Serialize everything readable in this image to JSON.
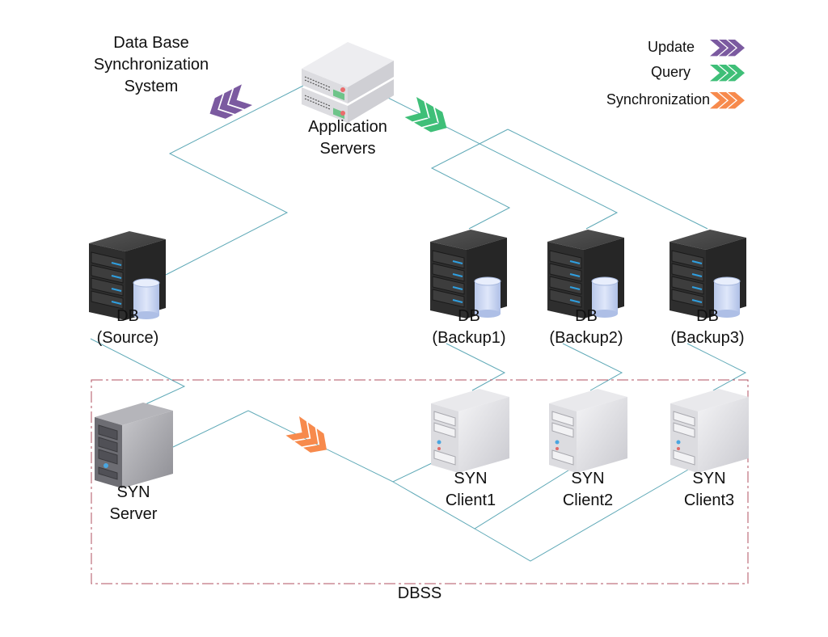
{
  "title": [
    "Data Base",
    "Synchronization",
    "System"
  ],
  "app_servers": [
    "Application",
    "Servers"
  ],
  "db_source": [
    "DB",
    "(Source)"
  ],
  "db_backups": [
    [
      "DB",
      "(Backup1)"
    ],
    [
      "DB",
      "(Backup2)"
    ],
    [
      "DB",
      "(Backup3)"
    ]
  ],
  "syn_server": [
    "SYN",
    "Server"
  ],
  "syn_clients": [
    [
      "SYN",
      "Client1"
    ],
    [
      "SYN",
      "Client2"
    ],
    [
      "SYN",
      "Client3"
    ]
  ],
  "group_label": "DBSS",
  "legend": [
    {
      "label": "Update",
      "color": "#7b5aa0",
      "icon": "chevron-triple-right-icon"
    },
    {
      "label": "Query",
      "color": "#3fbf78",
      "icon": "chevron-triple-right-icon"
    },
    {
      "label": "Synchronization",
      "color": "#f78a4c",
      "icon": "chevron-triple-right-icon"
    }
  ],
  "colors": {
    "link": "#5fa9b7",
    "group_border": "#b05060"
  }
}
